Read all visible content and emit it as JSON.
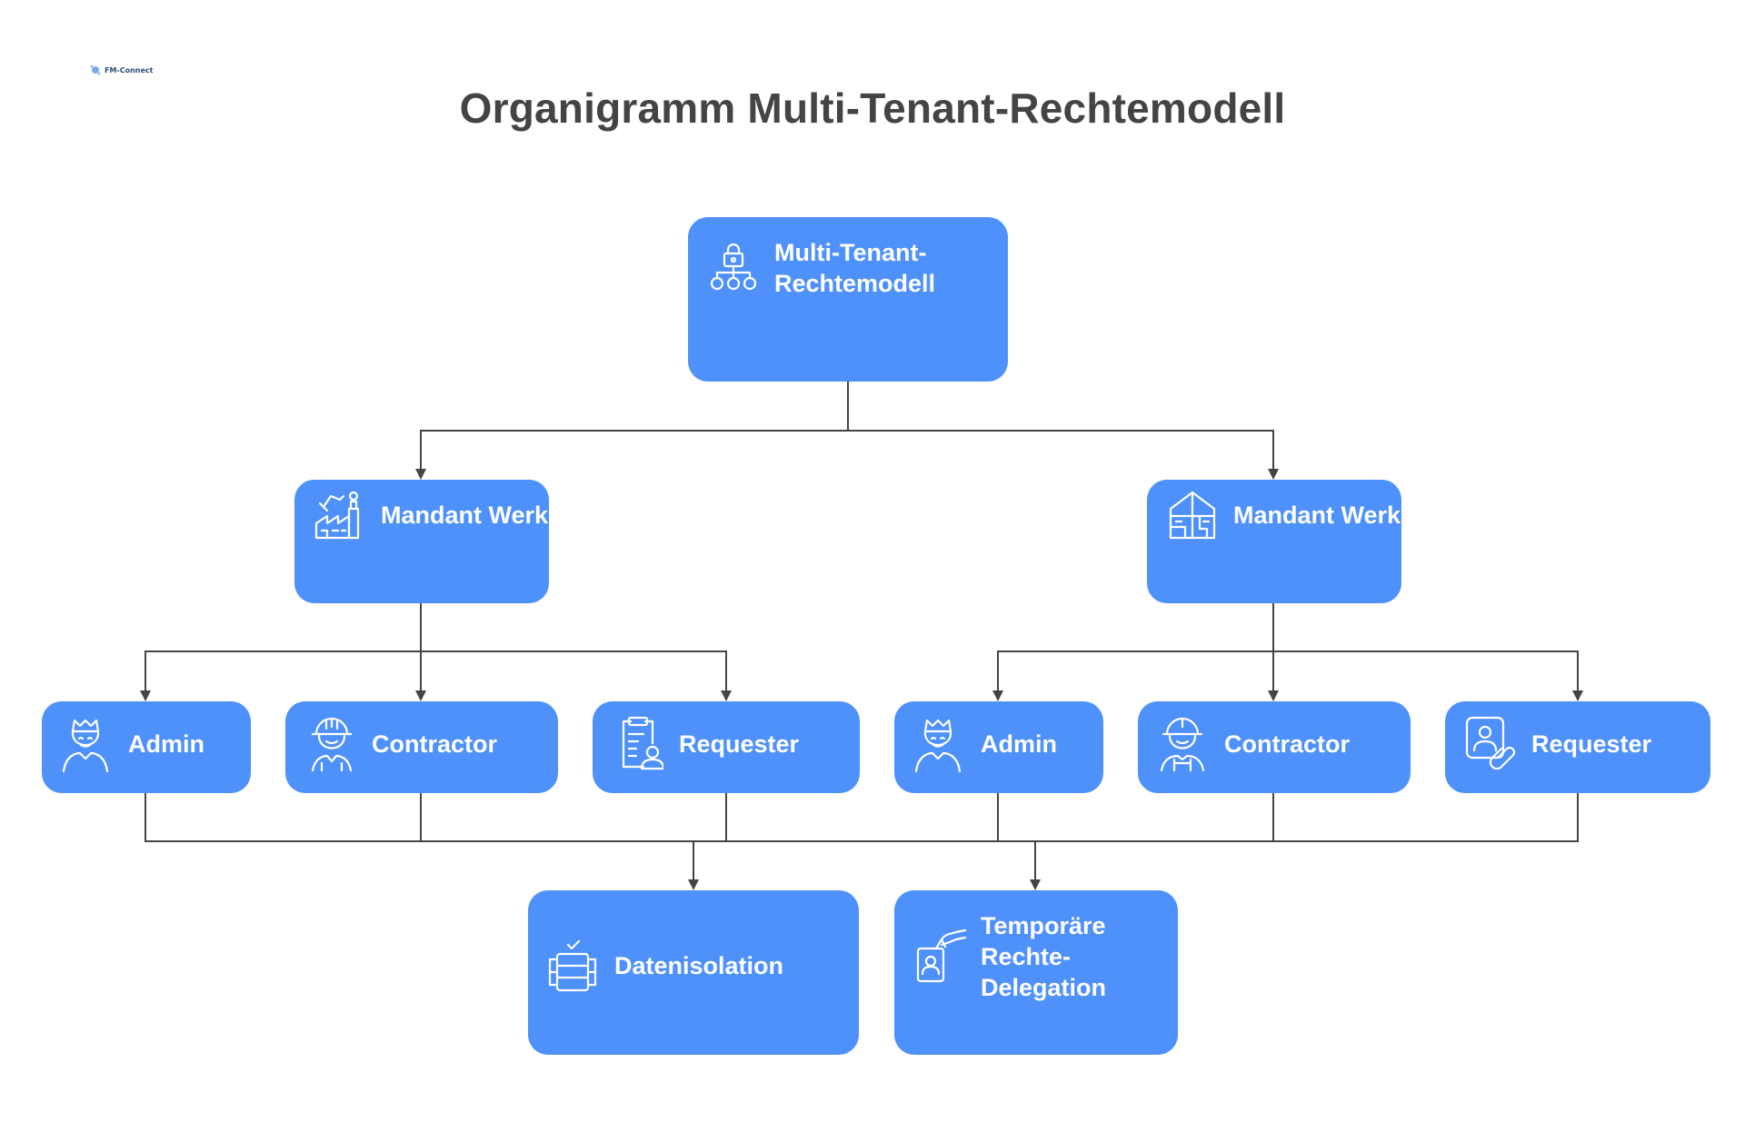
{
  "logo": {
    "text": "FM-Connect"
  },
  "title": "Organigramm Multi-Tenant-Rechtemodell",
  "colors": {
    "node": "#4f91fb",
    "line": "#444444",
    "title": "#444444"
  },
  "nodes": {
    "root": {
      "label": "Multi-Tenant-Rechtemodell",
      "icon": "hierarchy-lock-icon"
    },
    "tenant_a": {
      "label": "Mandant Werk",
      "icon": "factory-icon"
    },
    "tenant_b": {
      "label": "Mandant Werk",
      "icon": "floorplan-house-icon"
    },
    "a_admin": {
      "label": "Admin",
      "icon": "king-avatar-icon"
    },
    "a_contractor": {
      "label": "Contractor",
      "icon": "worker-helmet-icon"
    },
    "a_requester": {
      "label": "Requester",
      "icon": "clipboard-user-icon"
    },
    "b_admin": {
      "label": "Admin",
      "icon": "king-avatar-icon"
    },
    "b_contractor": {
      "label": "Contractor",
      "icon": "worker-helmet-icon"
    },
    "b_requester": {
      "label": "Requester",
      "icon": "user-card-link-icon"
    },
    "isolation": {
      "label": "Datenisolation",
      "icon": "database-check-icon"
    },
    "delegation": {
      "label": "Temporäre Rechte-Delegation",
      "icon": "hand-id-card-icon"
    }
  }
}
